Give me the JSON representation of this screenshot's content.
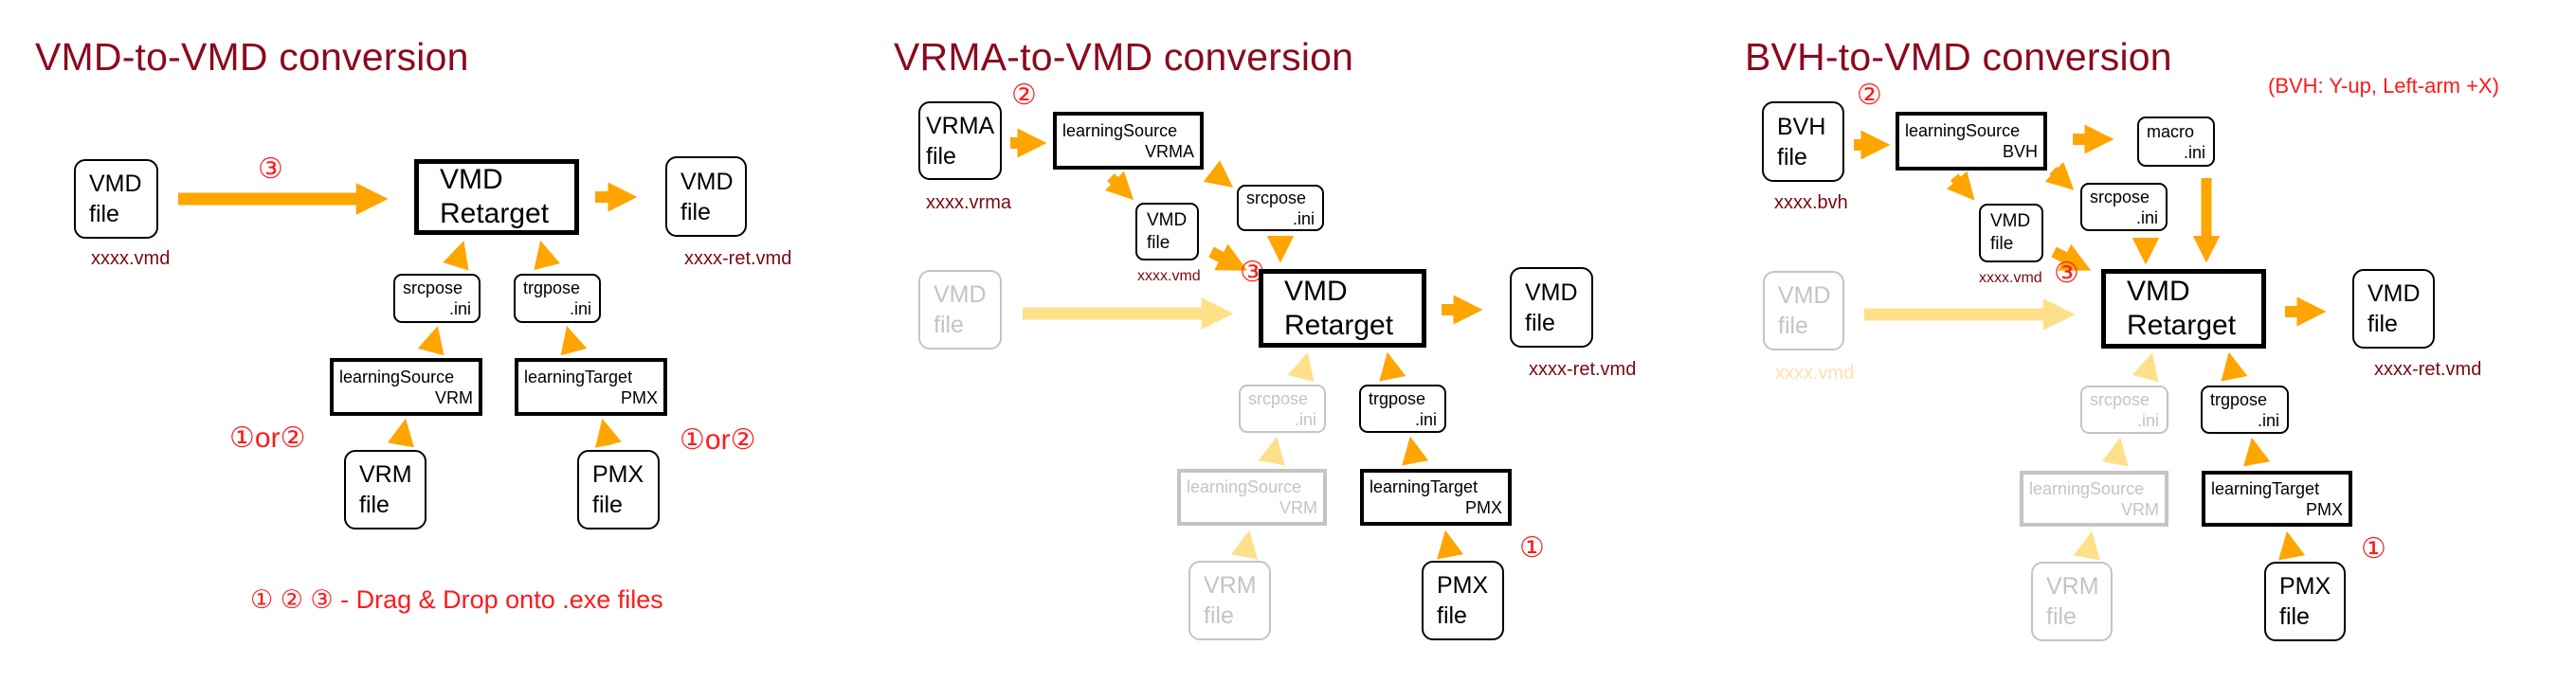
{
  "colors": {
    "title": "#8b0a1e",
    "arrow": "#ffa500",
    "arrow_faded": "#ffe08a",
    "step_marker": "#ff1a1a",
    "filename": "#7a0a14",
    "faded_gray": "#c4c4c4"
  },
  "panels": [
    {
      "title": "VMD-to-VMD conversion",
      "input_file": {
        "line1": "VMD",
        "line2": "file",
        "filename": "xxxx.vmd"
      },
      "step_on_input_arrow": "③",
      "retarget": {
        "line1": "VMD",
        "line2": "Retarget"
      },
      "output_file": {
        "line1": "VMD",
        "line2": "file",
        "filename": "xxxx-ret.vmd"
      },
      "srcpose": {
        "line1": "srcpose",
        "line2": ".ini"
      },
      "trgpose": {
        "line1": "trgpose",
        "line2": ".ini"
      },
      "learning_source": {
        "line1": "learningSource",
        "line2": "VRM"
      },
      "learning_target": {
        "line1": "learningTarget",
        "line2": "PMX"
      },
      "source_model_file": {
        "line1": "VRM",
        "line2": "file"
      },
      "target_model_file": {
        "line1": "PMX",
        "line2": "file"
      },
      "step_source": "①or②",
      "step_target": "①or②",
      "footer": "① ② ③ - Drag & Drop onto .exe files"
    },
    {
      "title": "VRMA-to-VMD conversion",
      "input_file": {
        "line1": "VRMA",
        "line2": "file",
        "filename": "xxxx.vrma"
      },
      "step_input": "②",
      "learning_source": {
        "line1": "learningSource",
        "line2": "VRMA"
      },
      "intermediate_file": {
        "line1": "VMD",
        "line2": "file",
        "filename": "xxxx.vmd"
      },
      "srcpose": {
        "line1": "srcpose",
        "line2": ".ini"
      },
      "step_retarget": "③",
      "faded_input_file": {
        "line1": "VMD",
        "line2": "file"
      },
      "retarget": {
        "line1": "VMD",
        "line2": "Retarget"
      },
      "output_file": {
        "line1": "VMD",
        "line2": "file",
        "filename": "xxxx-ret.vmd"
      },
      "faded_srcpose": {
        "line1": "srcpose",
        "line2": ".ini"
      },
      "trgpose": {
        "line1": "trgpose",
        "line2": ".ini"
      },
      "faded_learning_source": {
        "line1": "learningSource",
        "line2": "VRM"
      },
      "learning_target": {
        "line1": "learningTarget",
        "line2": "PMX"
      },
      "faded_source_model_file": {
        "line1": "VRM",
        "line2": "file"
      },
      "target_model_file": {
        "line1": "PMX",
        "line2": "file"
      },
      "step_target": "①"
    },
    {
      "title": "BVH-to-VMD conversion",
      "note": "(BVH: Y-up, Left-arm +X)",
      "input_file": {
        "line1": "BVH",
        "line2": "file",
        "filename": "xxxx.bvh"
      },
      "step_input": "②",
      "learning_source": {
        "line1": "learningSource",
        "line2": "BVH"
      },
      "macro": {
        "line1": "macro",
        "line2": ".ini"
      },
      "intermediate_file": {
        "line1": "VMD",
        "line2": "file",
        "filename": "xxxx.vmd"
      },
      "srcpose": {
        "line1": "srcpose",
        "line2": ".ini"
      },
      "step_retarget": "③",
      "faded_input_file": {
        "line1": "VMD",
        "line2": "file",
        "filename": "xxxx.vmd"
      },
      "retarget": {
        "line1": "VMD",
        "line2": "Retarget"
      },
      "output_file": {
        "line1": "VMD",
        "line2": "file",
        "filename": "xxxx-ret.vmd"
      },
      "faded_srcpose": {
        "line1": "srcpose",
        "line2": ".ini"
      },
      "trgpose": {
        "line1": "trgpose",
        "line2": ".ini"
      },
      "faded_learning_source": {
        "line1": "learningSource",
        "line2": "VRM"
      },
      "learning_target": {
        "line1": "learningTarget",
        "line2": "PMX"
      },
      "faded_source_model_file": {
        "line1": "VRM",
        "line2": "file"
      },
      "target_model_file": {
        "line1": "PMX",
        "line2": "file"
      },
      "step_target": "①"
    }
  ]
}
